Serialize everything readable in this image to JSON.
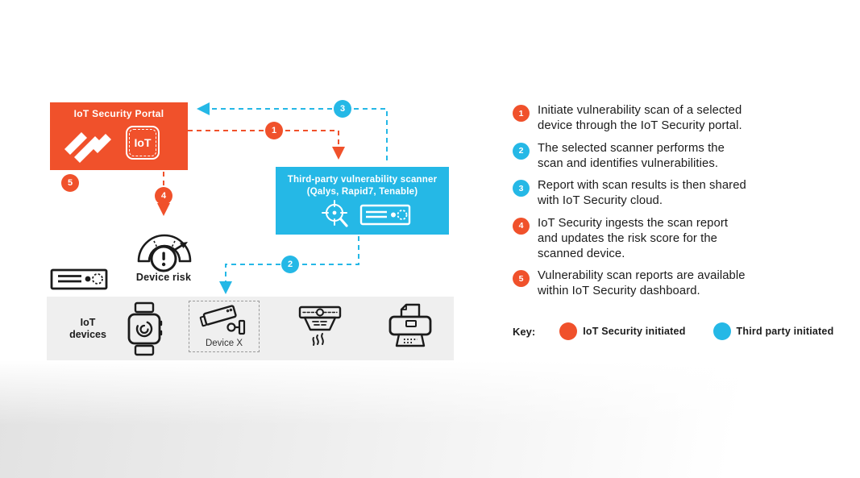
{
  "colors": {
    "orange": "#F0512B",
    "blue": "#25B8E6",
    "strip_gray": "#EFEFEF",
    "text": "#1B1B1B"
  },
  "diagram": {
    "portal": {
      "title": "IoT Security Portal",
      "badge_label": "IoT"
    },
    "scanner": {
      "title": "Third-party vulnerability scanner\n(Qalys, Rapid7, Tenable)"
    },
    "badges": [
      "1",
      "2",
      "3",
      "4",
      "5"
    ],
    "device_risk_label": "Device risk",
    "devices_strip": {
      "label": "IoT\ndevices",
      "device_x_label": "Device X"
    }
  },
  "steps": [
    {
      "num": "1",
      "color": "orange",
      "text": "Initiate vulnerability scan of a selected\ndevice through the IoT Security portal."
    },
    {
      "num": "2",
      "color": "blue",
      "text": "The selected scanner performs the\nscan and identifies vulnerabilities."
    },
    {
      "num": "3",
      "color": "blue",
      "text": "Report with scan results is then shared\nwith IoT Security cloud."
    },
    {
      "num": "4",
      "color": "orange",
      "text": "IoT Security ingests the scan report\nand updates the risk score for the\nscanned device."
    },
    {
      "num": "5",
      "color": "orange",
      "text": "Vulnerability scan reports are available\nwithin IoT Security dashboard."
    }
  ],
  "key": {
    "label": "Key:",
    "items": [
      {
        "color": "orange",
        "label": "IoT Security initiated"
      },
      {
        "color": "blue",
        "label": "Third party initiated"
      }
    ]
  }
}
